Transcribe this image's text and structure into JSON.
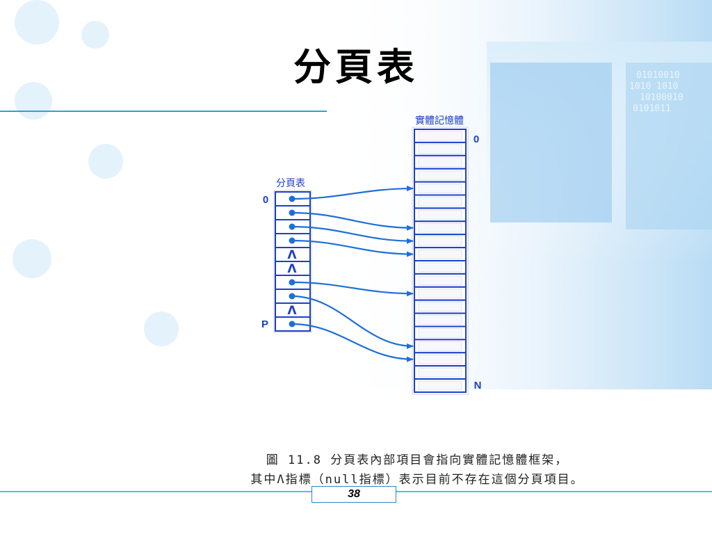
{
  "slide": {
    "title": "分頁表",
    "page_number": "38"
  },
  "diagram": {
    "page_table_label": "分頁表",
    "memory_label": "實體記憶體",
    "page_table_first_index": "0",
    "page_table_last_index": "P",
    "memory_first_index": "0",
    "memory_last_index": "N",
    "null_symbol": "Λ",
    "page_table_entries": [
      "pointer",
      "pointer",
      "pointer",
      "pointer",
      "null",
      "null",
      "pointer",
      "pointer",
      "null",
      "pointer"
    ],
    "mappings": [
      {
        "entry": 0,
        "frame": 4
      },
      {
        "entry": 1,
        "frame": 7
      },
      {
        "entry": 2,
        "frame": 8
      },
      {
        "entry": 3,
        "frame": 9
      },
      {
        "entry": 6,
        "frame": 12
      },
      {
        "entry": 7,
        "frame": 16
      },
      {
        "entry": 9,
        "frame": 17
      }
    ],
    "frame_count": 20
  },
  "caption": {
    "line1": "圖 11.8 分頁表內部項目會指向實體記憶體框架，",
    "line2": "其中Λ指標（null指標）表示目前不存在這個分頁項目。"
  },
  "colors": {
    "diagram_blue": "#1c3fc8",
    "arrow_blue": "#1f6fd6",
    "accent_line": "#2ba0d8"
  }
}
